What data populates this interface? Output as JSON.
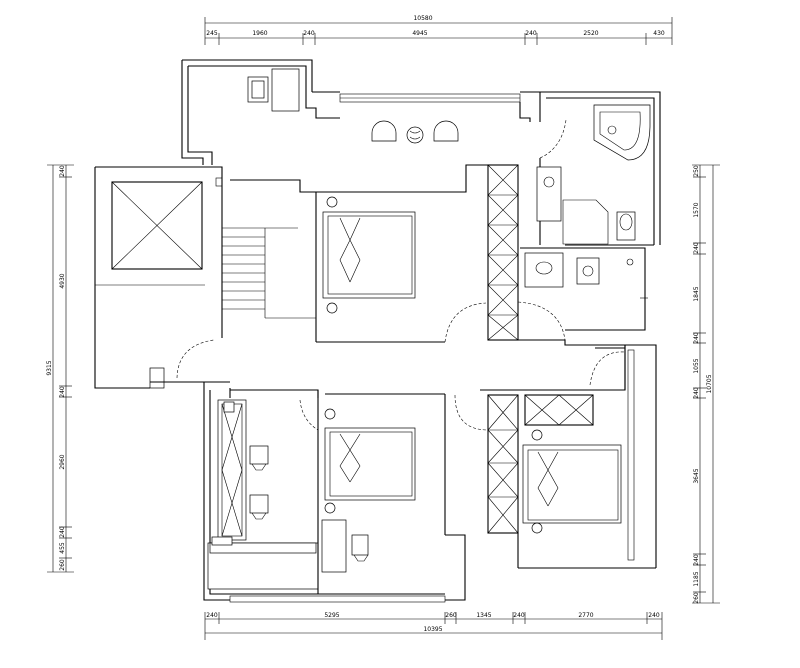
{
  "dimensions": {
    "top_total": "10580",
    "top_segments": [
      "245",
      "1960",
      "240",
      "4945",
      "240",
      "2520",
      "430"
    ],
    "bottom_total": "10395",
    "bottom_segments": [
      "240",
      "5295",
      "260",
      "1345",
      "240",
      "2770",
      "240"
    ],
    "left_total": "9315",
    "left_segments": [
      "240",
      "4930",
      "240",
      "2960",
      "240",
      "455",
      "260"
    ],
    "right_total": "10705",
    "right_segments": [
      "250",
      "1570",
      "240",
      "1845",
      "240",
      "1055",
      "240",
      "3645",
      "240",
      "1185",
      "260"
    ]
  }
}
